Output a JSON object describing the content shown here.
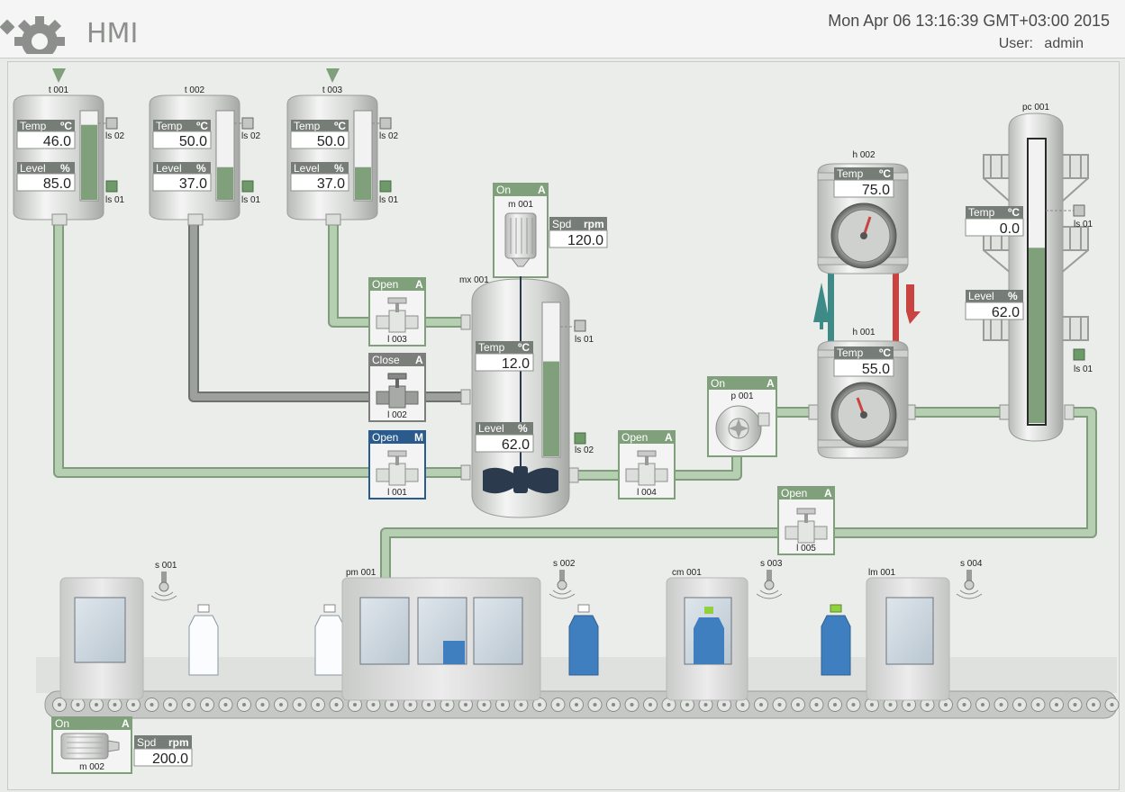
{
  "header": {
    "app_title": "HMI",
    "datetime": "Mon Apr 06 13:16:39 GMT+03:00 2015",
    "user_label": "User:",
    "user_name": "admin"
  },
  "colors": {
    "pipe": "#a9c4a5",
    "pipe_dark": "#8b8f8b",
    "fill": "#7fa07a",
    "hot": "#c94440",
    "cold": "#3d8a86",
    "manual": "#2a5b8c"
  },
  "common": {
    "temp_label": "Temp",
    "level_label": "Level",
    "speed_label": "Spd",
    "unit_c": "ºC",
    "unit_pct": "%",
    "unit_rpm": "rpm",
    "auto": "A",
    "manual": "M"
  },
  "tanks": [
    {
      "id": "t 001",
      "temp": "46.0",
      "level": "85.0",
      "level_frac": 0.85,
      "ls_high": "ls 02",
      "ls_low": "ls 01"
    },
    {
      "id": "t 002",
      "temp": "50.0",
      "level": "37.0",
      "level_frac": 0.37,
      "ls_high": "ls 02",
      "ls_low": "ls 01"
    },
    {
      "id": "t 003",
      "temp": "50.0",
      "level": "37.0",
      "level_frac": 0.37,
      "ls_high": "ls 02",
      "ls_low": "ls 01"
    }
  ],
  "valves": {
    "l003": {
      "id": "l 003",
      "state": "Open",
      "mode": "A"
    },
    "l002": {
      "id": "l 002",
      "state": "Close",
      "mode": "A"
    },
    "l001": {
      "id": "l 001",
      "state": "Open",
      "mode": "M"
    },
    "l004": {
      "id": "l 004",
      "state": "Open",
      "mode": "A"
    },
    "l005": {
      "id": "l 005",
      "state": "Open",
      "mode": "A"
    }
  },
  "mixer": {
    "id": "mx 001",
    "temp": "12.0",
    "level": "62.0",
    "level_frac": 0.62,
    "ls_high": "ls 01",
    "ls_low": "ls 02"
  },
  "motor_m001": {
    "id": "m 001",
    "state": "On",
    "mode": "A",
    "speed": "120.0"
  },
  "pump": {
    "id": "p 001",
    "state": "On",
    "mode": "A"
  },
  "heat_exchangers": [
    {
      "id": "h 002",
      "temp": "75.0"
    },
    {
      "id": "h 001",
      "temp": "55.0"
    }
  ],
  "column": {
    "id": "pc 001",
    "temp": "0.0",
    "level": "62.0",
    "level_frac": 0.62,
    "ls_high": "ls 01",
    "ls_low": "ls 01"
  },
  "conveyor": {
    "motor": {
      "id": "m 002",
      "state": "On",
      "mode": "A",
      "speed": "200.0"
    },
    "sensors": [
      "s 001",
      "s 002",
      "s 003",
      "s 004"
    ],
    "stations": {
      "pm": "pm 001",
      "cm": "cm 001",
      "lm": "lm 001"
    }
  }
}
